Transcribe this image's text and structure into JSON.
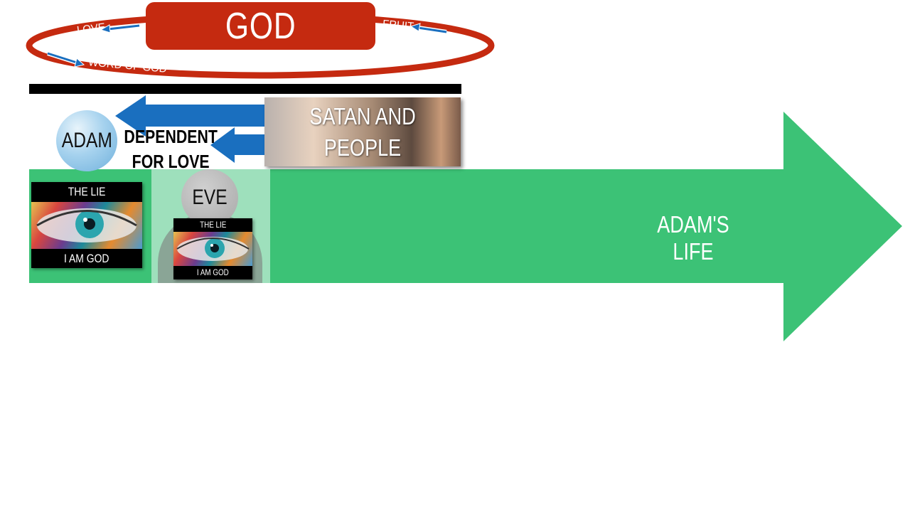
{
  "god": {
    "label": "GOD"
  },
  "ring_labels": {
    "love": "LOVE",
    "fruit": "FRUIT",
    "word": "WORD OF GOD"
  },
  "adam": {
    "label": "ADAM",
    "dependent_line1": "DEPENDENT",
    "dependent_line2": "FOR LOVE"
  },
  "satan": {
    "line1": "SATAN AND",
    "line2": "PEOPLE"
  },
  "adam_lie": {
    "top": "THE LIE",
    "bottom": "I AM GOD"
  },
  "eve": {
    "label": "EVE",
    "lie_top": "THE LIE",
    "lie_bottom": "I AM GOD"
  },
  "timeline": {
    "label": "ADAM'S LIFE"
  },
  "colors": {
    "god_red": "#c52a10",
    "arrow_blue": "#1a6fbf",
    "life_green": "#3cc276",
    "eve_panel": "#9ee0bc"
  }
}
